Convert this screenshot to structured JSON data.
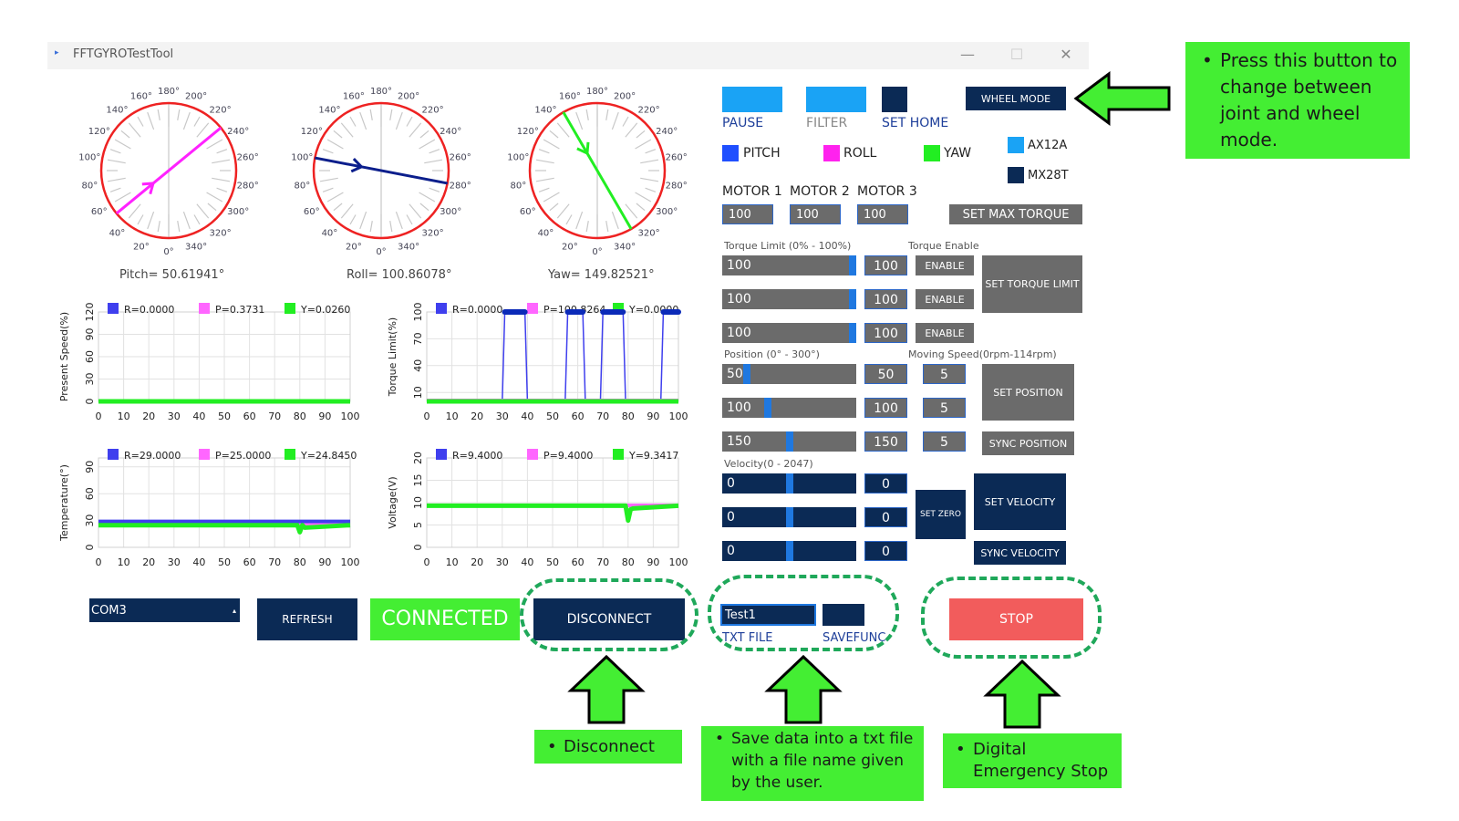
{
  "window": {
    "title": "FFTGYROTestTool",
    "controls": {
      "minimize": "—",
      "maximize": "☐",
      "close": "✕"
    }
  },
  "gauges": [
    {
      "label": "Pitch= 50.61941°",
      "angle_deg": 50.61941,
      "color": "#ff22ff"
    },
    {
      "label": "Roll= 100.86078°",
      "angle_deg": 100.86078,
      "color": "#0b1e8c"
    },
    {
      "label": "Yaw= 149.82521°",
      "angle_deg": 149.82521,
      "color": "#22ee22"
    }
  ],
  "gauge_ticks": [
    "0°",
    "20°",
    "40°",
    "60°",
    "80°",
    "100°",
    "120°",
    "140°",
    "160°",
    "180°",
    "200°",
    "220°",
    "240°",
    "260°",
    "280°",
    "300°",
    "320°",
    "340°"
  ],
  "colors": {
    "pitch_color": "#1f4fff",
    "roll_color": "#ff22ee",
    "yaw_color": "#22ee22",
    "accent_blue": "#1aa3f5",
    "dark_navy": "#0b2a55",
    "gray": "#6b6b6b",
    "stop_red": "#f25c5c",
    "callout_green": "#44ee33"
  },
  "mode_buttons": {
    "pause": "PAUSE",
    "filter": "FILTER",
    "set_home": "SET HOME",
    "wheel_mode": "WHEEL MODE"
  },
  "legend": {
    "pitch": "PITCH",
    "roll": "ROLL",
    "yaw": "YAW",
    "ax12a": "AX12A",
    "mx28t": "MX28T"
  },
  "motors": {
    "labels": [
      "MOTOR 1",
      "MOTOR 2",
      "MOTOR 3"
    ],
    "values": [
      "100",
      "100",
      "100"
    ],
    "set_max_torque": "SET MAX TORQUE"
  },
  "torque": {
    "title": "Torque Limit (0% - 100%)",
    "enable_title": "Torque Enable",
    "rows": [
      {
        "slider": "100",
        "value": "100",
        "enable": "ENABLE",
        "level": 1.0
      },
      {
        "slider": "100",
        "value": "100",
        "enable": "ENABLE",
        "level": 1.0
      },
      {
        "slider": "100",
        "value": "100",
        "enable": "ENABLE",
        "level": 1.0
      }
    ],
    "set_label": "SET TORQUE LIMIT"
  },
  "position": {
    "title": "Position (0° - 300°)",
    "speed_title": "Moving Speed(0rpm-114rpm)",
    "rows": [
      {
        "slider": "50",
        "value": "50",
        "speed": "5",
        "level": 0.1667
      },
      {
        "slider": "100",
        "value": "100",
        "speed": "5",
        "level": 0.3333
      },
      {
        "slider": "150",
        "value": "150",
        "speed": "5",
        "level": 0.5
      }
    ],
    "set_label": "SET POSITION",
    "sync_label": "SYNC POSITION"
  },
  "velocity": {
    "title": "Velocity(0 - 2047)",
    "rows": [
      {
        "slider": "0",
        "value": "0",
        "level": 0.5
      },
      {
        "slider": "0",
        "value": "0",
        "level": 0.5
      },
      {
        "slider": "0",
        "value": "0",
        "level": 0.5
      }
    ],
    "set_zero": "SET ZERO",
    "set_label": "SET VELOCITY",
    "sync_label": "SYNC VELOCITY"
  },
  "bottom": {
    "com_port": "COM3",
    "com_arrow": "▴",
    "refresh": "REFRESH",
    "status": "CONNECTED",
    "disconnect": "DISCONNECT",
    "file_name": "Test1",
    "txt_file": "TXT FILE",
    "save_func": "SAVEFUNC",
    "stop": "STOP"
  },
  "callouts": {
    "wheel": "Press this button to change between joint and wheel mode.",
    "disconnect": "Disconnect",
    "save": "Save data into a txt file with a file name given by the user.",
    "stop": "Digital Emergency Stop",
    "bullet": "•"
  },
  "chart_data": [
    {
      "type": "line",
      "ylabel": "Present Speed(%)",
      "xlim": [
        0,
        100
      ],
      "ylim": [
        0,
        120
      ],
      "xticks": [
        "0",
        "10",
        "20",
        "30",
        "40",
        "50",
        "60",
        "70",
        "80",
        "90",
        "100"
      ],
      "yticks": [
        "0",
        "30",
        "60",
        "90",
        "120"
      ],
      "legend": [
        "R=0.0000",
        "P=0.3731",
        "Y=0.0260"
      ],
      "series": [
        {
          "name": "R=0.0000",
          "x": [
            0,
            100
          ],
          "y": [
            0,
            0
          ]
        },
        {
          "name": "P=0.3731",
          "x": [
            0,
            100
          ],
          "y": [
            0.4,
            0.4
          ]
        },
        {
          "name": "Y=0.0260",
          "x": [
            0,
            100
          ],
          "y": [
            0.03,
            0.03
          ]
        }
      ]
    },
    {
      "type": "line",
      "ylabel": "Torque Limit(%)",
      "xlim": [
        0,
        100
      ],
      "ylim": [
        0,
        100
      ],
      "xticks": [
        "0",
        "10",
        "20",
        "30",
        "40",
        "50",
        "60",
        "70",
        "80",
        "90",
        "100"
      ],
      "yticks": [
        "10",
        "40",
        "70",
        "100"
      ],
      "legend": [
        "R=0.0000",
        "P=100.8264",
        "Y=0.0000"
      ],
      "series": [
        {
          "name": "R=0.0000",
          "x": [
            0,
            30,
            31,
            39,
            40,
            55,
            56,
            62,
            63,
            69,
            70,
            78,
            79,
            93,
            94,
            100
          ],
          "y": [
            0,
            0,
            100,
            100,
            0,
            0,
            100,
            100,
            0,
            0,
            100,
            100,
            0,
            0,
            100,
            100
          ]
        },
        {
          "name": "P=100.8264",
          "x": [
            0,
            100
          ],
          "y": [
            1,
            1
          ]
        },
        {
          "name": "Y=0.0000",
          "x": [
            0,
            100
          ],
          "y": [
            0,
            0
          ]
        }
      ]
    },
    {
      "type": "line",
      "ylabel": "Temperature(°)",
      "xlim": [
        0,
        100
      ],
      "ylim": [
        0,
        100
      ],
      "xticks": [
        "0",
        "10",
        "20",
        "30",
        "40",
        "50",
        "60",
        "70",
        "80",
        "90",
        "100"
      ],
      "yticks": [
        "0",
        "30",
        "60",
        "90"
      ],
      "legend": [
        "R=29.0000",
        "P=25.0000",
        "Y=24.8450"
      ],
      "series": [
        {
          "name": "R=29.0000",
          "x": [
            0,
            100
          ],
          "y": [
            29,
            29
          ]
        },
        {
          "name": "P=25.0000",
          "x": [
            0,
            100
          ],
          "y": [
            25,
            25
          ]
        },
        {
          "name": "Y=24.8450",
          "x": [
            0,
            79,
            80,
            81,
            82,
            100
          ],
          "y": [
            24.8,
            24.8,
            17,
            24.8,
            22,
            24.8
          ]
        }
      ]
    },
    {
      "type": "line",
      "ylabel": "Voltage(V)",
      "xlim": [
        0,
        100
      ],
      "ylim": [
        0,
        20
      ],
      "xticks": [
        "0",
        "10",
        "20",
        "30",
        "40",
        "50",
        "60",
        "70",
        "80",
        "90",
        "100"
      ],
      "yticks": [
        "0",
        "5",
        "10",
        "15",
        "20"
      ],
      "legend": [
        "R=9.4000",
        "P=9.4000",
        "Y=9.3417"
      ],
      "series": [
        {
          "name": "R=9.4000",
          "x": [
            0,
            100
          ],
          "y": [
            9.4,
            9.4
          ]
        },
        {
          "name": "P=9.4000",
          "x": [
            0,
            100
          ],
          "y": [
            9.4,
            9.4
          ]
        },
        {
          "name": "Y=9.3417",
          "x": [
            0,
            79,
            80,
            81,
            82,
            100
          ],
          "y": [
            9.3,
            9.3,
            6,
            8.5,
            8.7,
            9.3
          ]
        }
      ]
    }
  ]
}
